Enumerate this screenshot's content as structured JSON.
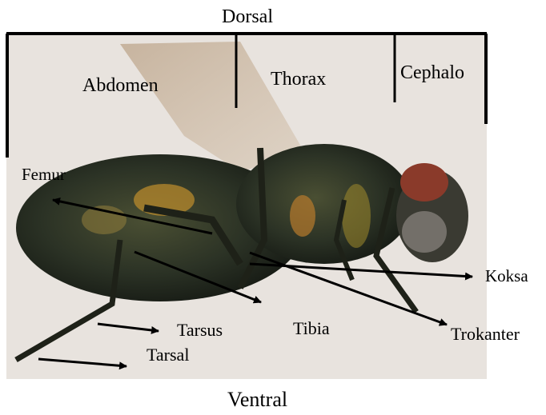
{
  "labels": {
    "dorsal": "Dorsal",
    "ventral": "Ventral",
    "abdomen": "Abdomen",
    "thorax": "Thorax",
    "cephalo": "Cephalo",
    "femur": "Femur",
    "koksa": "Koksa",
    "tarsus": "Tarsus",
    "tibia": "Tibia",
    "trokanter": "Trokanter",
    "tarsal": "Tarsal"
  },
  "colors": {
    "background": "#ffffff",
    "photo_bg": "#e8e3de",
    "fly_body": "#2b3225",
    "fly_dark": "#161a14",
    "fly_gold": "#b88a2c",
    "wing": "#c9b7a0",
    "eye": "#8a3a2a",
    "line": "#000000"
  }
}
